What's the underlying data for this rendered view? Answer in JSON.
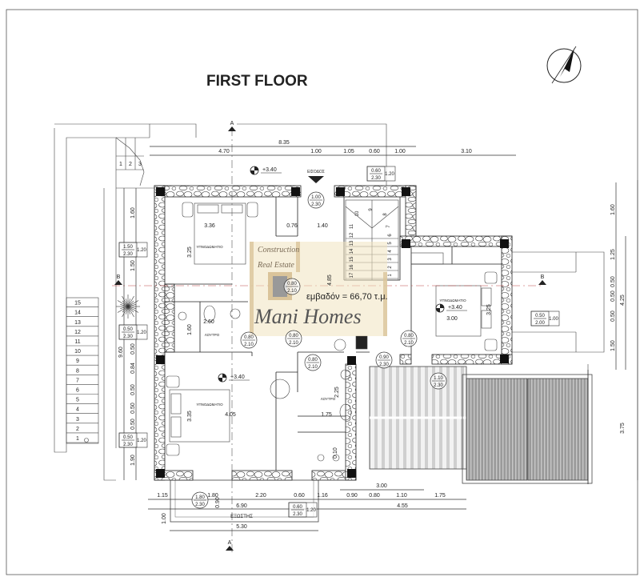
{
  "title": "FIRST FLOOR",
  "area_label": "εμβαδόν = 66,70 τ.μ.",
  "watermark": {
    "line1": "Construction",
    "line2": "Real Estate",
    "brand": "Mani Homes"
  },
  "rooms": {
    "bedroom_1": "ΥΠΝΟΔΩΜΑΤΙΟ",
    "bedroom_2": "ΥΠΝΟΔΩΜΑΤΙΟ",
    "bedroom_3": "ΥΠΝΟΔΩΜΑΤΙΟ",
    "bath_1": "ΛΟΥΤΡΟ",
    "bath_2": "ΛΟΥΤΡΟ",
    "entrance": "ΕΙΣΟΔΟΣ",
    "balcony": "ΕΞΩΣΤΗΣ"
  },
  "levels": [
    "+3.40",
    "+3.40",
    "+3.40"
  ],
  "section_marks": [
    "A",
    "A",
    "B",
    "B"
  ],
  "dims": {
    "top": [
      "8.35",
      "4.70",
      "1.00",
      "1.05",
      "0.60",
      "1.00",
      "3.10"
    ],
    "bottom": [
      "1.15",
      "1.80",
      "2.20",
      "0.60",
      "1.16",
      "0.90",
      "0.80",
      "1.10",
      "1.75",
      "6.90",
      "4.55",
      "5.30",
      "3.00",
      "1.00",
      "0.90"
    ],
    "left": [
      "1.60",
      "1.50",
      "0.50",
      "0.84",
      "0.50",
      "0.50",
      "0.50",
      "1.90",
      "9.60"
    ],
    "right": [
      "1.60",
      "1.25",
      "0.50",
      "0.50",
      "0.50",
      "1.50",
      "4.25",
      "3.75"
    ],
    "interior": [
      "3.36",
      "0.76",
      "1.40",
      "3.25",
      "2.60",
      "1.60",
      "4.85",
      "4.05",
      "3.35",
      "1.75",
      "2.25",
      "0.10",
      "3.00",
      "3.25"
    ]
  },
  "openings": [
    {
      "w": "1.00",
      "h": "2.30",
      "sill": ""
    },
    {
      "w": "0.60",
      "h": "2.30",
      "sill": "1.20"
    },
    {
      "w": "1.50",
      "h": "2.30",
      "sill": "1.20"
    },
    {
      "w": "0.50",
      "h": "2.30",
      "sill": "1.20"
    },
    {
      "w": "0.50",
      "h": "2.30",
      "sill": "1.20"
    },
    {
      "w": "0.80",
      "h": "2.10",
      "sill": ""
    },
    {
      "w": "0.80",
      "h": "2.10",
      "sill": ""
    },
    {
      "w": "0.80",
      "h": "2.10",
      "sill": ""
    },
    {
      "w": "0.80",
      "h": "2.10",
      "sill": ""
    },
    {
      "w": "0.80",
      "h": "2.10",
      "sill": ""
    },
    {
      "w": "0.90",
      "h": "2.30",
      "sill": ""
    },
    {
      "w": "1.10",
      "h": "2.30",
      "sill": ""
    },
    {
      "w": "0.50",
      "h": "2.00",
      "sill": "1.00"
    },
    {
      "w": "1.80",
      "h": "2.30",
      "sill": ""
    },
    {
      "w": "0.60",
      "h": "2.30",
      "sill": "1.20"
    }
  ],
  "stairs": {
    "main": [
      "1",
      "2",
      "3",
      "4",
      "5",
      "6",
      "7",
      "8",
      "9",
      "10",
      "11",
      "12",
      "13",
      "14",
      "15",
      "16",
      "17"
    ],
    "left": [
      "1",
      "2",
      "3",
      "4",
      "5",
      "6",
      "7",
      "8",
      "9",
      "10",
      "11",
      "12",
      "13",
      "14",
      "15"
    ],
    "top": [
      "1",
      "2",
      "3"
    ]
  }
}
